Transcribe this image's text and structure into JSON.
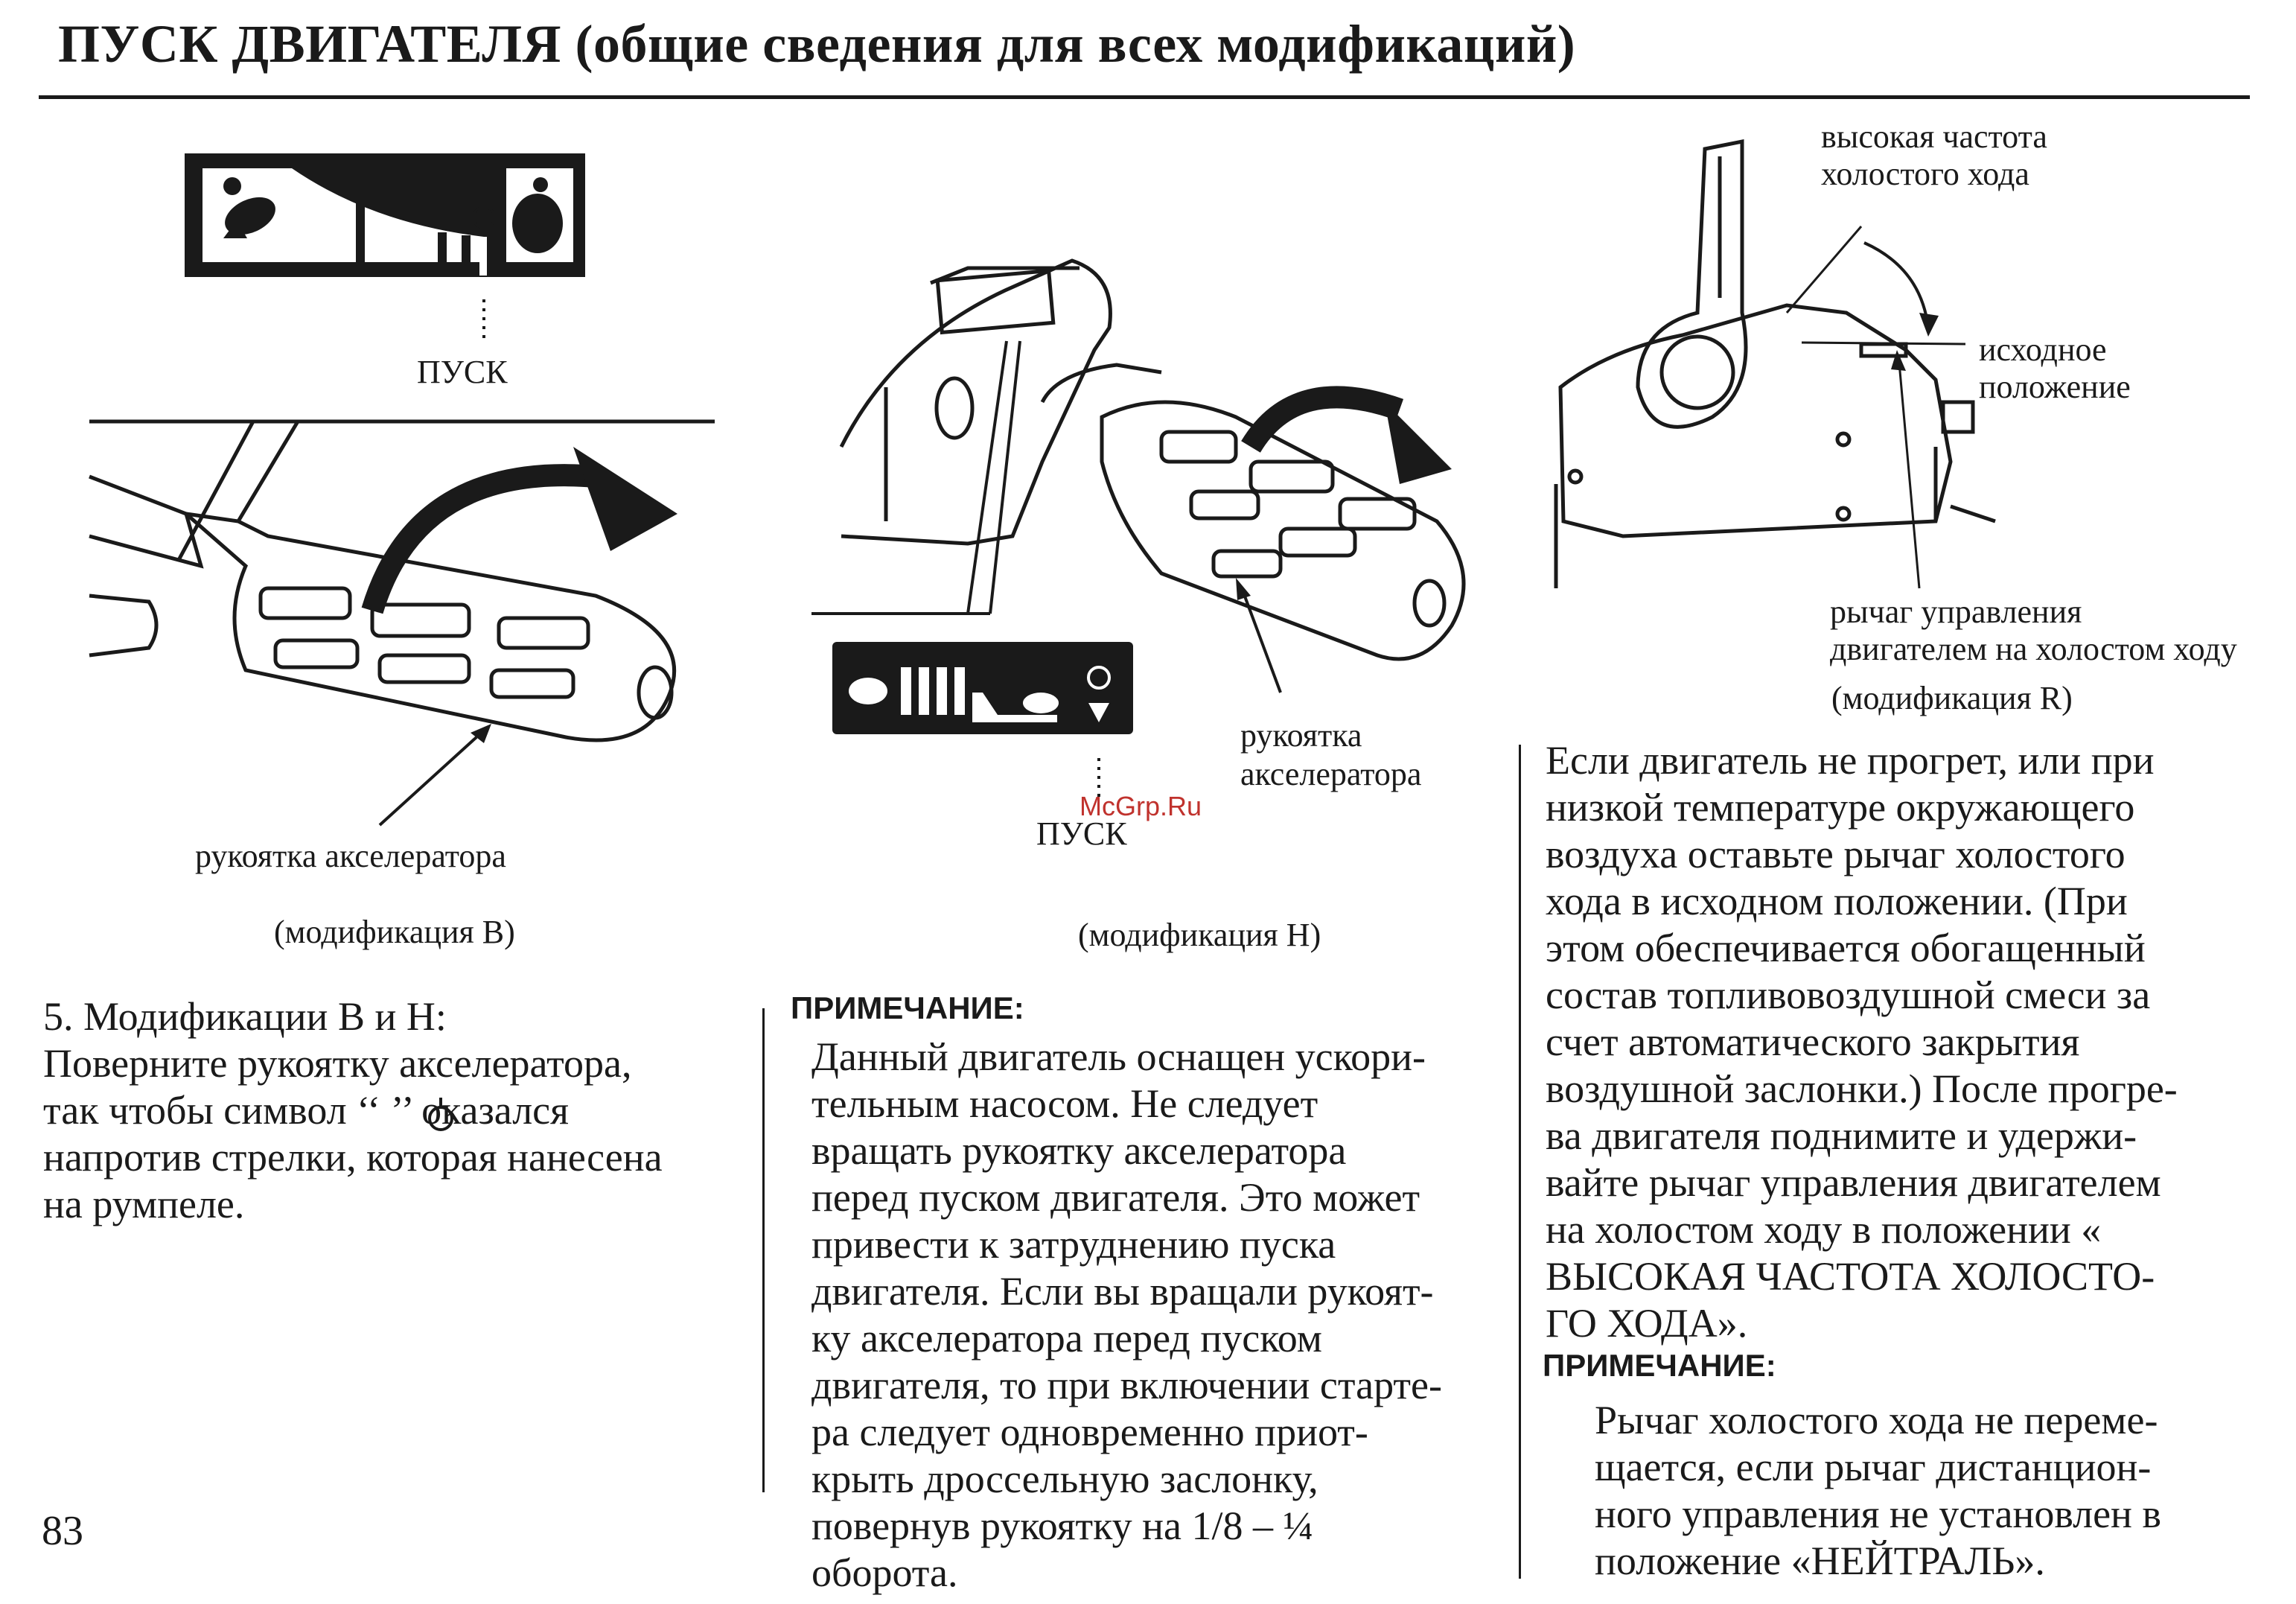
{
  "page": {
    "title": "ПУСК ДВИГАТЕЛЯ (общие сведения для всех модификаций)",
    "page_number": "83",
    "watermark": "McGrp.Ru"
  },
  "figure_b": {
    "start_label": "ПУСК",
    "grip_label": "рукоятка акселератора",
    "caption": "(модификация B)"
  },
  "figure_h": {
    "grip_label_1": "рукоятка",
    "grip_label_2": "акселератора",
    "start_label": "ПУСК",
    "caption": "(модификация H)"
  },
  "figure_r": {
    "high_idle_1": "высокая частота",
    "high_idle_2": "холостого хода",
    "home_1": "исходное",
    "home_2": "положение",
    "lever_1": "рычаг управления",
    "lever_2": "двигателем на холостом ходу",
    "caption": "(модификация R)"
  },
  "col1": {
    "lines": [
      "5. Модификации B и H:",
      "Поверните рукоятку акселератора,",
      "так чтобы символ ‘‘    ’’ оказался",
      "напротив стрелки, которая нанесена",
      "на румпеле."
    ]
  },
  "col2": {
    "note_heading": "ПРИМЕЧАНИЕ:",
    "lines": [
      "Данный двигатель оснащен ускори-",
      "тельным насосом. Не следует",
      "вращать рукоятку акселератора",
      "перед пуском двигателя. Это может",
      "привести к затруднению пуска",
      "двигателя. Если вы вращали рукоят-",
      "ку акселератора перед пуском",
      "двигателя, то при включении старте-",
      "ра следует одновременно приот-",
      "крыть дроссельную заслонку,",
      "повернув рукоятку на 1/8  –  ¼",
      "оборота."
    ]
  },
  "col3": {
    "lines": [
      "Если двигатель не прогрет, или при",
      "низкой температуре окружающего",
      "воздуха оставьте рычаг холостого",
      "хода в исходном положении. (При",
      "этом обеспечивается обогащенный",
      "состав топливовоздушной смеси за",
      "счет автоматического закрытия",
      "воздушной заслонки.) После прогре-",
      "ва двигателя поднимите и удержи-",
      "вайте рычаг управления двигателем",
      "на холостом ходу в положении «",
      "ВЫСОКАЯ ЧАСТОТА ХОЛОСТО-",
      "ГО ХОДА»."
    ],
    "note_heading": "ПРИМЕЧАНИЕ:",
    "note_lines": [
      "Рычаг холостого хода не переме-",
      "щается, если рычаг дистанцион-",
      "ного управления не установлен в",
      "положение «НЕЙТРАЛЬ»."
    ]
  }
}
